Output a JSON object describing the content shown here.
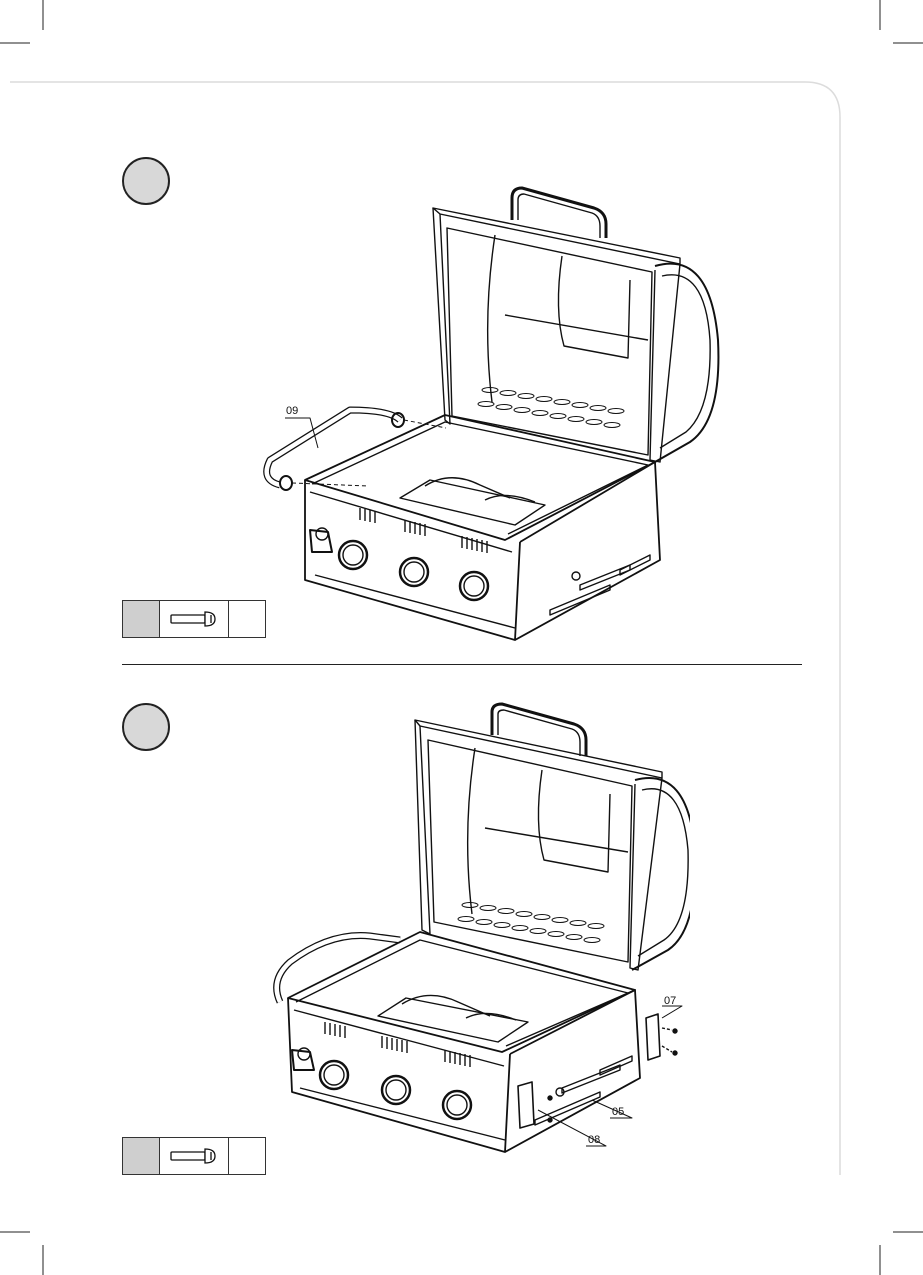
{
  "steps": [
    {
      "part_labels": [
        "09"
      ]
    },
    {
      "part_labels": [
        "07",
        "05",
        "08"
      ]
    }
  ],
  "icons": {
    "hardware": "screw-icon"
  },
  "colors": {
    "step_circle_fill": "#d8d8d8",
    "hardware_cell_fill": "#cfcfcf",
    "line": "#222222"
  }
}
